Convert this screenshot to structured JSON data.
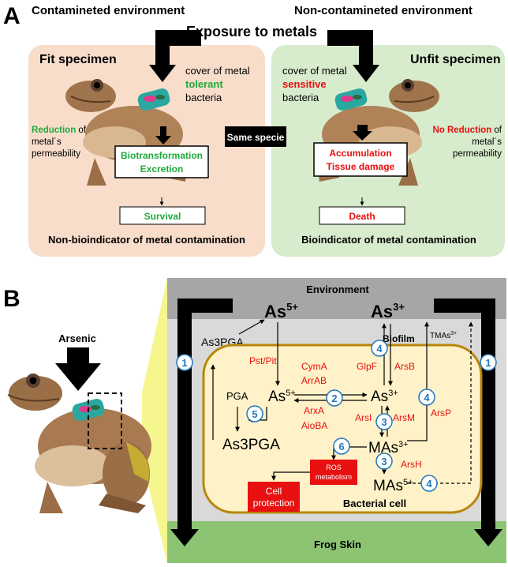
{
  "panel_a": {
    "letter": "A",
    "env_left": "Contamineted environment",
    "env_right": "Non-contamineted environment",
    "exposure": "Exposure to metals",
    "fit_title": "Fit specimen",
    "unfit_title": "Unfit specimen",
    "left_cover_1": "cover of metal",
    "left_tolerant": "tolerant",
    "left_cover_3": "bacteria",
    "right_cover_1": "cover of metal",
    "right_sensitive": "sensitive",
    "right_cover_3": "bacteria",
    "left_red_bold": "Reduction",
    "left_red_rest": " of",
    "left_red_2": "metal´s",
    "left_red_3": "permeability",
    "right_red_bold": "No Reduction",
    "right_red_rest": " of",
    "right_red_2": "metal´s",
    "right_red_3": "permeability",
    "same_specie": "Same specie",
    "biotransformation": "Biotransformation",
    "excretion": "Excretion",
    "accumulation": "Accumulation",
    "tissue_damage": "Tissue damage",
    "survival": "Survival",
    "death": "Death",
    "non_bioindicator": "Non-bioindicator of metal contamination",
    "bioindicator": "Bioindicator of metal contamination",
    "colors": {
      "tolerant": "#1faa3c",
      "sensitive": "#e81010",
      "fit_bg": "#f8ddca",
      "unfit_bg": "#d7ebcd"
    }
  },
  "panel_b": {
    "letter": "B",
    "arsenic": "Arsenic",
    "environment": "Environment",
    "as5_big": "As",
    "as5_big_sup": "5+",
    "as3_big": "As",
    "as3_big_sup": "3+",
    "biofilm": "Biofilm",
    "tmas": "TMAs",
    "tmas_sup": "3+",
    "as3pga_top": "As3PGA",
    "pst_pit": "Pst/Pit",
    "cyma": "CymA",
    "arrab": "ArrAB",
    "glpf": "GlpF",
    "arsb": "ArsB",
    "pga": "PGA",
    "as5_mid": "As",
    "as5_mid_sup": "5+",
    "as3_mid": "As",
    "as3_mid_sup": "3+",
    "arxa": "ArxA",
    "aioba": "AioBA",
    "arsi": "ArsI",
    "arsm": "ArsM",
    "arsp": "ArsP",
    "as3pga_bottom": "As3PGA",
    "mas3": "MAs",
    "mas3_sup": "3+",
    "arsh": "ArsH",
    "ros_1": "ROS",
    "ros_2": "metabolism",
    "cell_1": "Cell",
    "cell_2": "protection",
    "mas5": "MAs",
    "mas5_sup": "5+",
    "bacterial_cell": "Bacterial cell",
    "frog_skin": "Frog Skin",
    "step_1": "1",
    "step_2": "2",
    "step_3": "3",
    "step_4": "4",
    "step_5": "5",
    "step_6": "6",
    "colors": {
      "red": "#e81010",
      "circle_blue": "#2277bb",
      "environment": "#a6a6a6",
      "biofilm": "#d9d9d9",
      "cell": "#fff2c8",
      "cell_border": "#b8860b",
      "frog_skin": "#8cc474"
    }
  }
}
